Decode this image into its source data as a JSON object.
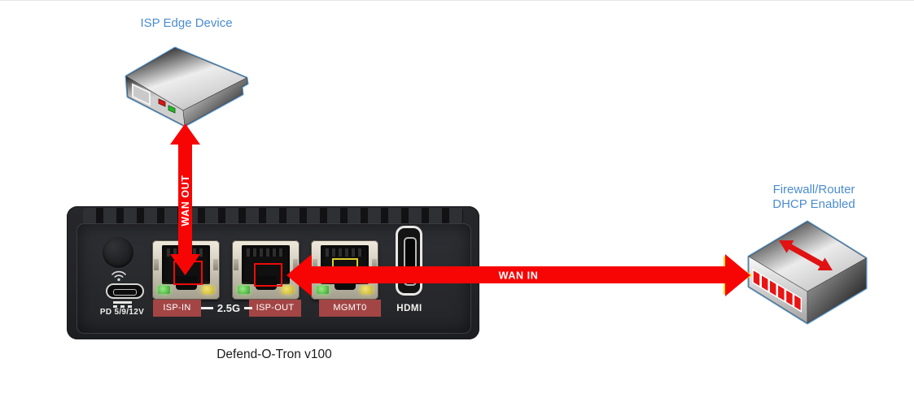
{
  "nodes": {
    "isp_edge": {
      "label": "ISP Edge Device"
    },
    "appliance": {
      "label": "Defend-O-Tron v100"
    },
    "firewall": {
      "label_line1": "Firewall/Router",
      "label_line2": "DHCP Enabled"
    }
  },
  "arrows": {
    "wan_out": {
      "label": "WAN OUT"
    },
    "wan_in": {
      "label": "WAN IN"
    }
  },
  "appliance_panel": {
    "power_label": "PD 5/9/12V",
    "speed_label": "2.5G",
    "hdmi_label": "HDMI",
    "ports": [
      {
        "name": "ISP-IN"
      },
      {
        "name": "ISP-OUT"
      },
      {
        "name": "MGMT0"
      }
    ]
  },
  "colors": {
    "node_label_blue": "#4a8cd0",
    "arrow_red": "#f70505",
    "port_tag_red": "#a34545",
    "box_outline_blue": "#5b9bd5"
  }
}
